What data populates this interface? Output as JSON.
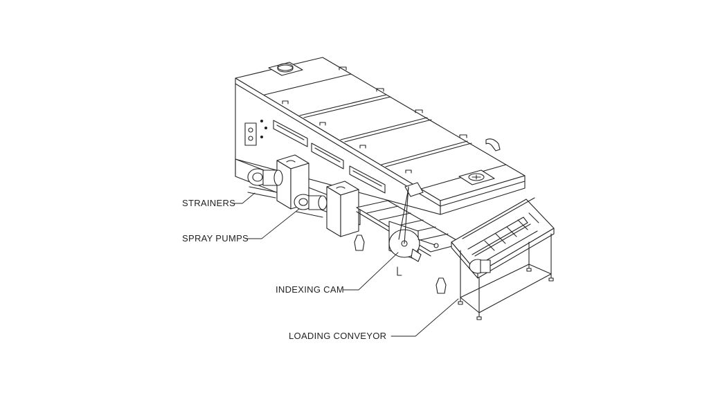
{
  "callouts": {
    "strainers": "STRAINERS",
    "spray_pumps": "SPRAY PUMPS",
    "indexing_cam": "INDEXING CAM",
    "loading_conveyor": "LOADING CONVEYOR"
  },
  "colors": {
    "line": "#222222",
    "fill": "#ffffff",
    "shade": "#e6e6e6"
  }
}
